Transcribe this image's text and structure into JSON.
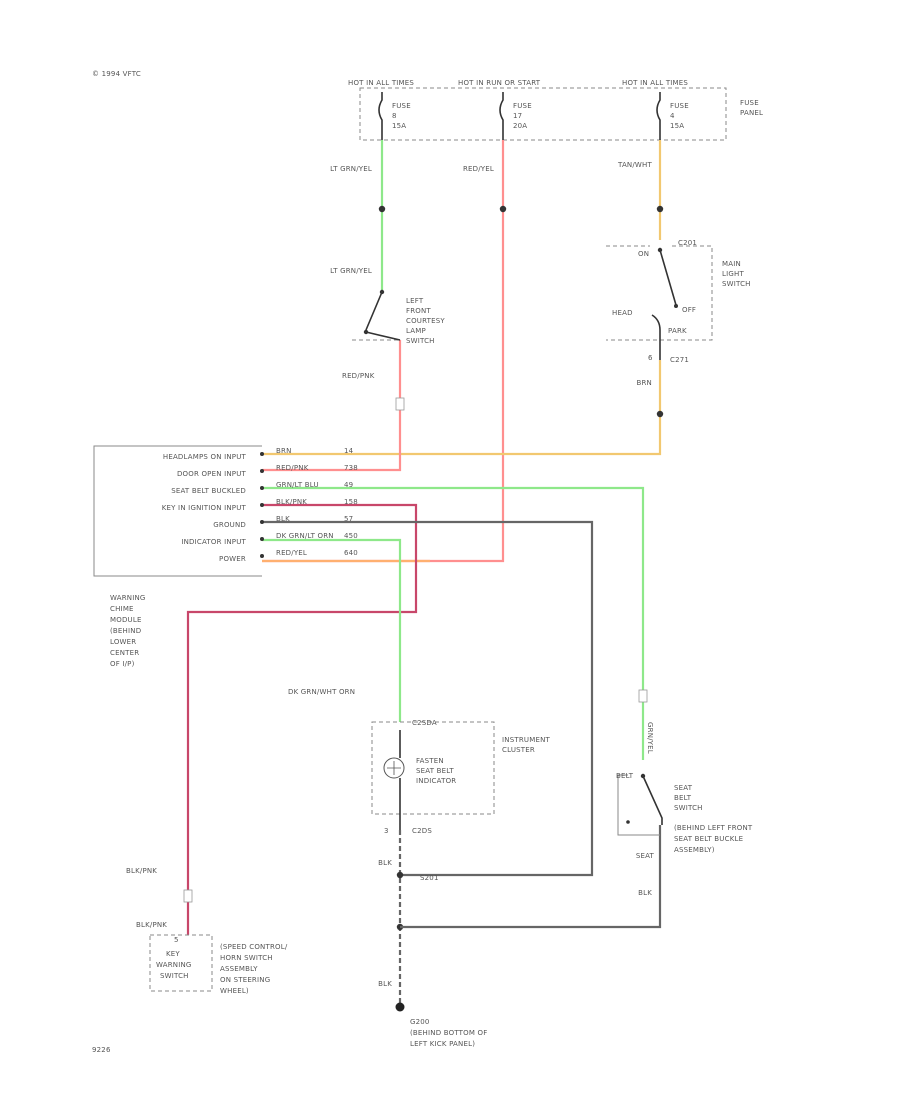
{
  "header": {
    "year_note": "© 1994 VFTC"
  },
  "footer": {
    "code": "9226"
  },
  "fuse_panel": {
    "hot1": "HOT IN ALL TIMES",
    "hot2": "HOT IN RUN OR START",
    "hot3": "HOT IN ALL TIMES",
    "label_l1": "FUSE",
    "label_l2": "PANEL",
    "fuse_a": {
      "name": "FUSE",
      "num": "8",
      "amp": "15A"
    },
    "fuse_b": {
      "name": "FUSE",
      "num": "17",
      "amp": "20A"
    },
    "fuse_c": {
      "name": "FUSE",
      "num": "4",
      "amp": "15A"
    }
  },
  "wires": {
    "lt_grn_yel_1": "LT GRN/YEL",
    "lt_grn_yel_2": "LT GRN/YEL",
    "red_yel": "RED/YEL",
    "tan_wht": "TAN/WHT",
    "red_pnk": "RED/PNK",
    "brn": "BRN",
    "dk_grn_wht": "DK GRN/WHT ORN",
    "blk_pnk_1": "BLK/PNK",
    "blk_pnk_2": "BLK/PNK",
    "blk_1": "BLK",
    "blk_2": "BLK",
    "blk_3": "BLK",
    "blk_4": "BLK",
    "grn_yel_vert": "GRN/YEL"
  },
  "main_light_switch": {
    "on": "ON",
    "off": "OFF",
    "head": "HEAD",
    "park": "PARK",
    "c_top": "C201",
    "c_bot": "C271",
    "pin": "6",
    "name_l1": "MAIN",
    "name_l2": "LIGHT",
    "name_l3": "SWITCH"
  },
  "courtesy_switch": {
    "l1": "LEFT",
    "l2": "FRONT",
    "l3": "COURTESY",
    "l4": "LAMP",
    "l5": "SWITCH"
  },
  "module": {
    "inputs": [
      "HEADLAMPS ON INPUT",
      "DOOR OPEN INPUT",
      "SEAT BELT BUCKLED",
      "KEY IN IGNITION INPUT",
      "GROUND",
      "INDICATOR INPUT",
      "POWER"
    ],
    "pin_wires": [
      {
        "color": "BRN",
        "pin": "14"
      },
      {
        "color": "RED/PNK",
        "pin": "738"
      },
      {
        "color": "GRN/LT BLU",
        "pin": "49"
      },
      {
        "color": "BLK/PNK",
        "pin": "158"
      },
      {
        "color": "BLK",
        "pin": "57"
      },
      {
        "color": "DK GRN/LT ORN",
        "pin": "450"
      },
      {
        "color": "RED/YEL",
        "pin": "640"
      }
    ],
    "desc": [
      "WARNING",
      "CHIME",
      "MODULE",
      "(BEHIND",
      "LOWER",
      "CENTER",
      "OF I/P)"
    ]
  },
  "cluster": {
    "connector_top": "C2SDA",
    "connector_bot": "C2DS",
    "pin_bot": "3",
    "ind_l1": "FASTEN",
    "ind_l2": "SEAT BELT",
    "ind_l3": "INDICATOR",
    "name_l1": "INSTRUMENT",
    "name_l2": "CLUSTER"
  },
  "seat_belt_switch": {
    "belt": "BELT",
    "l1": "SEAT",
    "l2": "BELT",
    "l3": "SWITCH",
    "l4": "(BEHIND LEFT FRONT",
    "l5": "SEAT BELT BUCKLE",
    "l6": "ASSEMBLY)",
    "conn": "SEAT"
  },
  "key_switch": {
    "pin": "5",
    "l1": "KEY",
    "l2": "WARNING",
    "l3": "SWITCH",
    "d1": "(SPEED CONTROL/",
    "d2": "HORN SWITCH",
    "d3": "ASSEMBLY",
    "d4": "ON STEERING",
    "d5": "WHEEL)"
  },
  "ground": {
    "splice_label": "S201",
    "name": "G200",
    "d1": "(BEHIND BOTTOM OF",
    "d2": "LEFT KICK PANEL)"
  }
}
